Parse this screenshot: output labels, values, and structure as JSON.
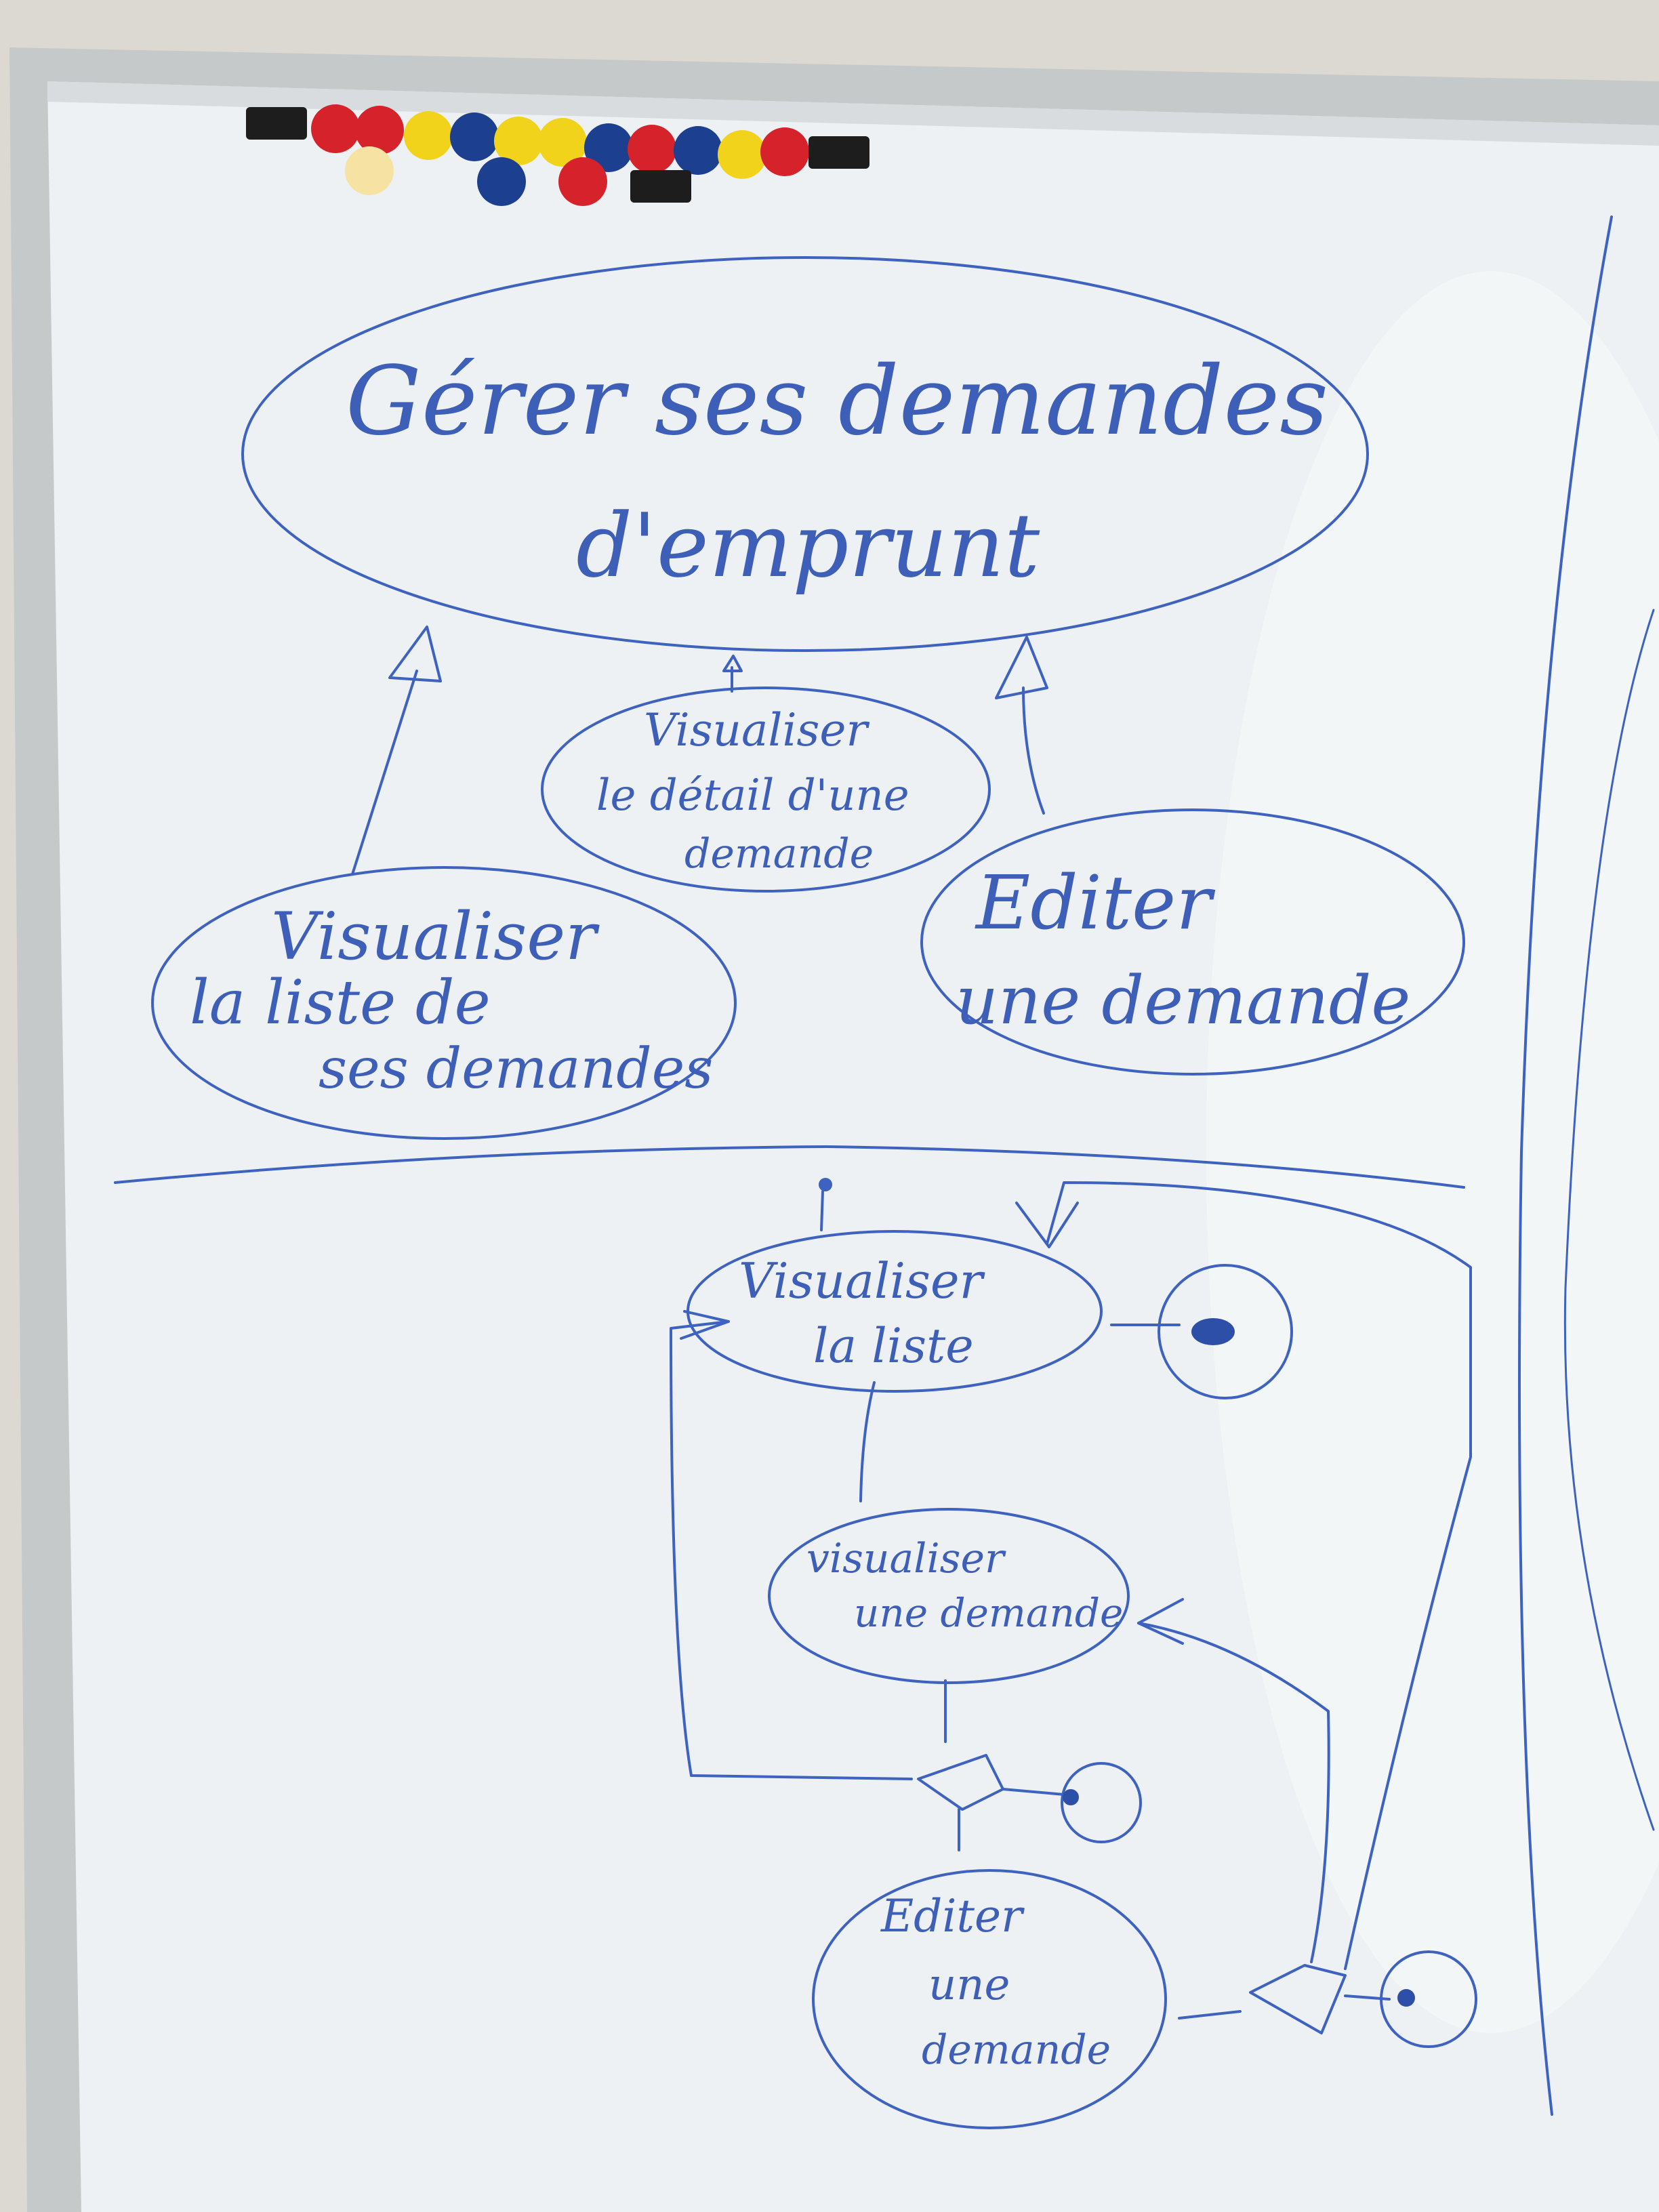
{
  "colors": {
    "wall": "#dcd9d3",
    "board": "#eef1f3",
    "frame": "#c9cbcc",
    "ink": "#3d62bf",
    "magnet_red": "#d6222a",
    "magnet_yellow": "#f1d31c",
    "magnet_blue": "#1d3f8f",
    "magnet_cream": "#f6e2a2",
    "magnet_black": "#1d1d1d"
  },
  "magnets": [
    "black",
    "red",
    "red",
    "yellow",
    "blue",
    "yellow",
    "yellow",
    "blue",
    "red",
    "blue",
    "yellow",
    "red",
    "black",
    "cream",
    "blue",
    "red",
    "black"
  ],
  "top_diagram": {
    "main_use_case": {
      "line1": "Gérer ses demandes",
      "line2": "d'emprunt"
    },
    "sub_use_cases": [
      {
        "lines": [
          "Visualiser",
          "le détail d'une",
          "demande"
        ]
      },
      {
        "lines": [
          "Visualiser",
          "la liste de",
          "ses demandes"
        ]
      },
      {
        "lines": [
          "Editer",
          "une demande"
        ]
      }
    ]
  },
  "activity_diagram": {
    "states": [
      {
        "lines": [
          "Visualiser",
          "la liste"
        ]
      },
      {
        "lines": [
          "visualiser",
          "une demande"
        ]
      },
      {
        "lines": [
          "Editer",
          "une",
          "demande"
        ]
      }
    ]
  }
}
